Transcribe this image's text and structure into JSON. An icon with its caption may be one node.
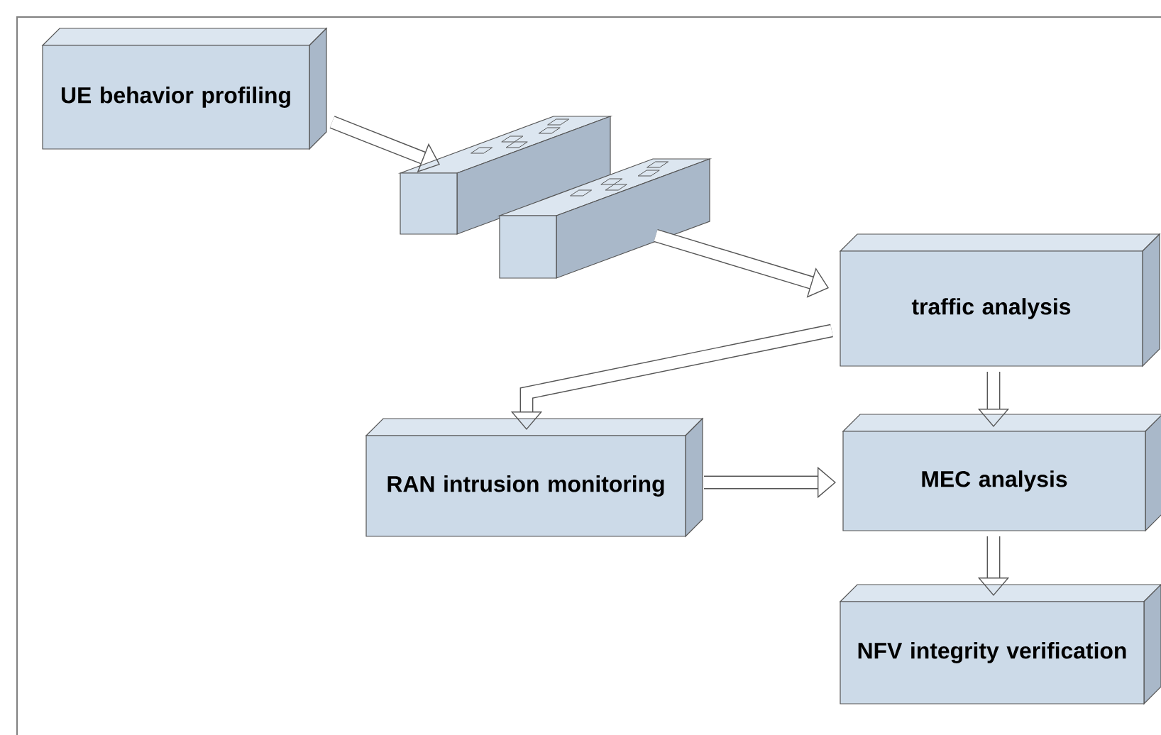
{
  "diagram": {
    "nodes": [
      {
        "text": [
          "UE behavior profiling"
        ]
      },
      {
        "text": [],
        "shape": "box"
      },
      {
        "text": [],
        "shape": "box"
      },
      {
        "text": [
          "traffic analysis"
        ]
      },
      {
        "text": [
          "RAN intrusion monitoring"
        ]
      },
      {
        "text": [
          "MEC analysis"
        ]
      },
      {
        "text": [
          "NFV integrity verification"
        ]
      }
    ],
    "edges": [
      {
        "from": 0,
        "to": 1,
        "arrow": "to"
      },
      {
        "from": 2,
        "to": 3,
        "arrow": "to"
      },
      {
        "from": 3,
        "to": 4,
        "arrow": "to"
      },
      {
        "from": 3,
        "to": 5,
        "arrow": "to"
      },
      {
        "from": 4,
        "to": 5,
        "arrow": "to"
      },
      {
        "from": 5,
        "to": 6,
        "arrow": "to"
      }
    ]
  }
}
